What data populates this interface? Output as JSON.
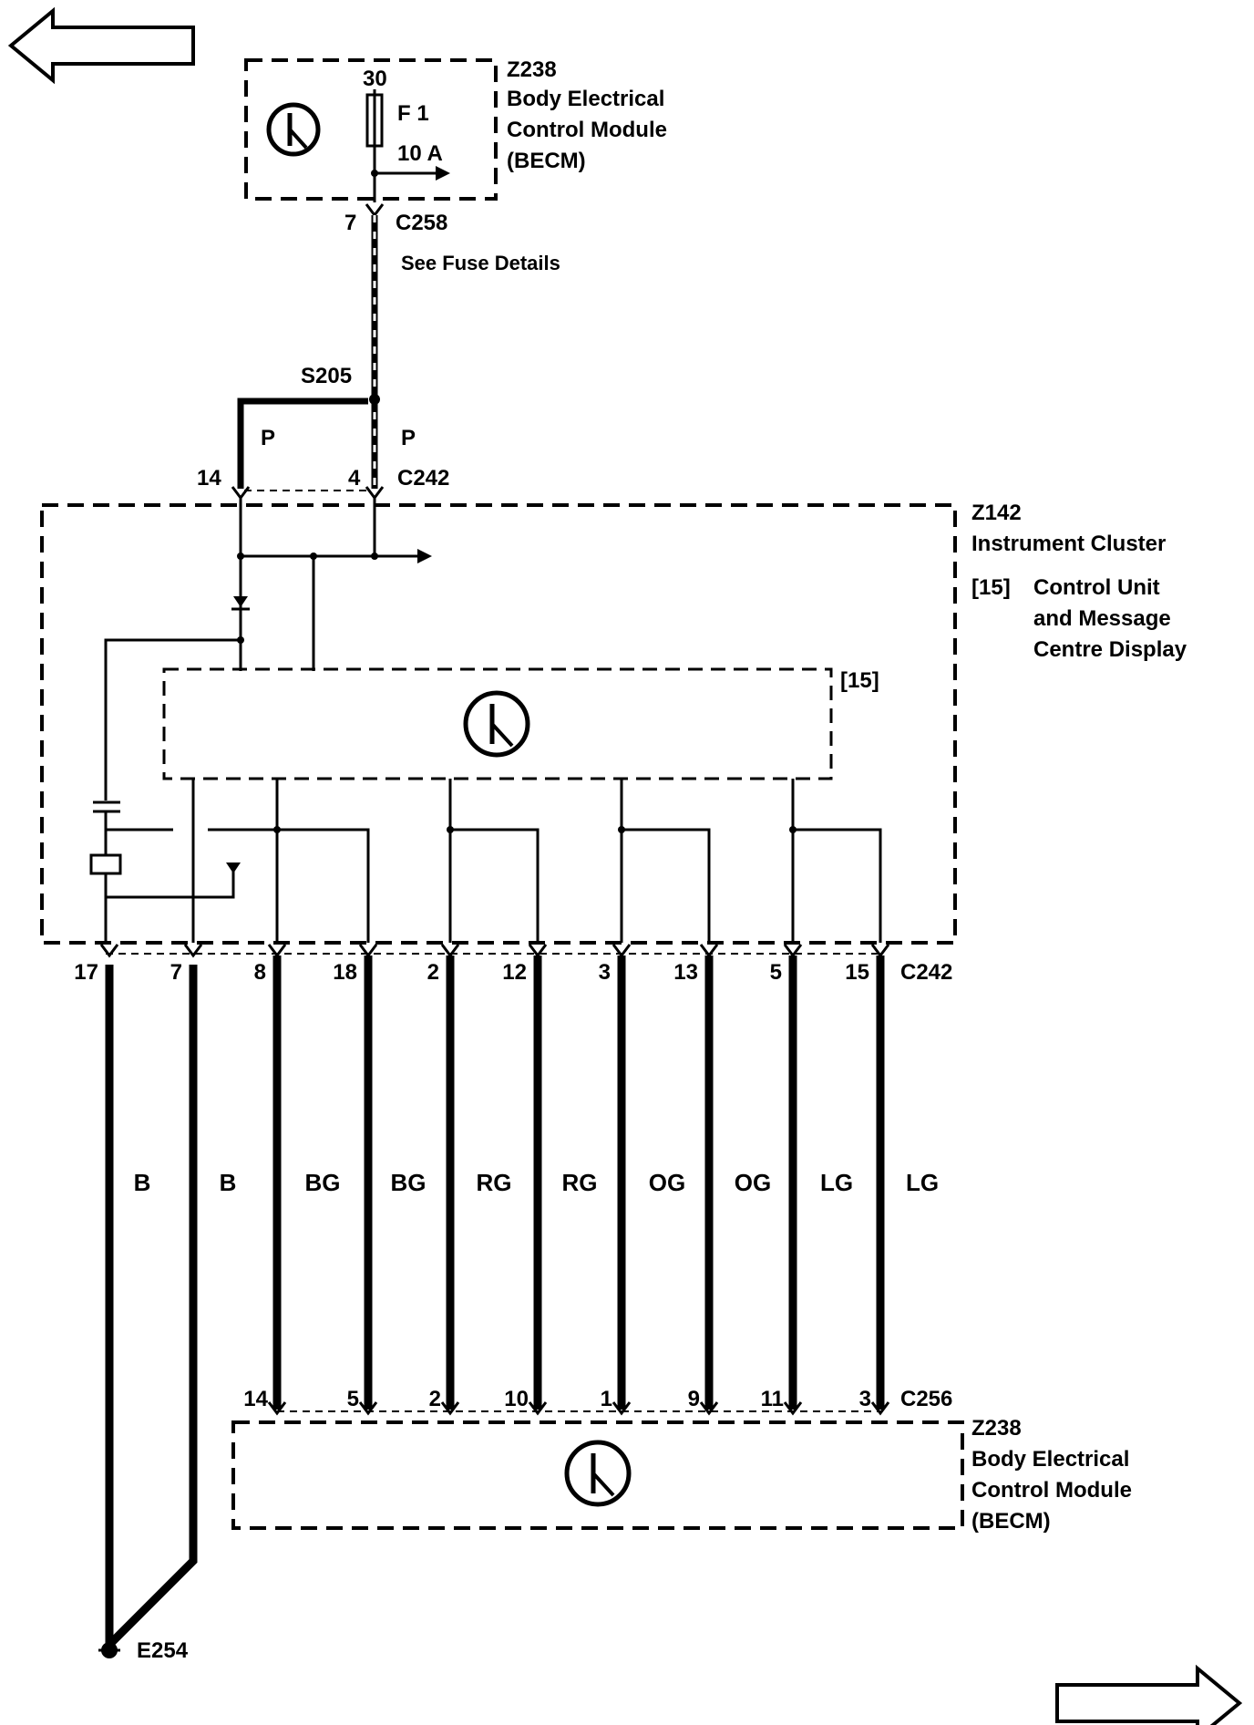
{
  "nav": {
    "prev_icon": "arrow-left-icon",
    "next_icon": "arrow-right-icon"
  },
  "becm_top": {
    "id": "Z238",
    "name_line1": "Body Electrical",
    "name_line2": "Control Module",
    "name_line3": "(BECM)",
    "fuse_pin": "30",
    "fuse_name": "F 1",
    "fuse_rating": "10 A",
    "connector_pin": "7",
    "connector": "C258",
    "note": "See Fuse Details",
    "icon": "transistor-icon"
  },
  "splice": {
    "id": "S205",
    "wire_left": "P",
    "wire_right": "P"
  },
  "cluster_top_connector": {
    "pin_left": "14",
    "pin_right": "4",
    "connector": "C242"
  },
  "cluster": {
    "id": "Z142",
    "name": "Instrument Cluster",
    "item_ref": "[15]",
    "item_line1": "Control Unit",
    "item_line2": "and Message",
    "item_line3": "Centre Display",
    "inner_ref": "[15]",
    "icon": "transistor-icon"
  },
  "cluster_bottom_connector": {
    "connector": "C242",
    "pins": [
      "17",
      "7",
      "8",
      "18",
      "2",
      "12",
      "3",
      "13",
      "5",
      "15"
    ]
  },
  "wires": {
    "colors": [
      "B",
      "B",
      "BG",
      "BG",
      "RG",
      "RG",
      "OG",
      "OG",
      "LG",
      "LG"
    ]
  },
  "becm_bottom_connector": {
    "connector": "C256",
    "pins": [
      "14",
      "5",
      "2",
      "10",
      "1",
      "9",
      "11",
      "3"
    ]
  },
  "becm_bottom": {
    "id": "Z238",
    "name_line1": "Body Electrical",
    "name_line2": "Control Module",
    "name_line3": "(BECM)",
    "icon": "transistor-icon"
  },
  "ground": {
    "id": "E254",
    "icon": "ground-icon"
  }
}
